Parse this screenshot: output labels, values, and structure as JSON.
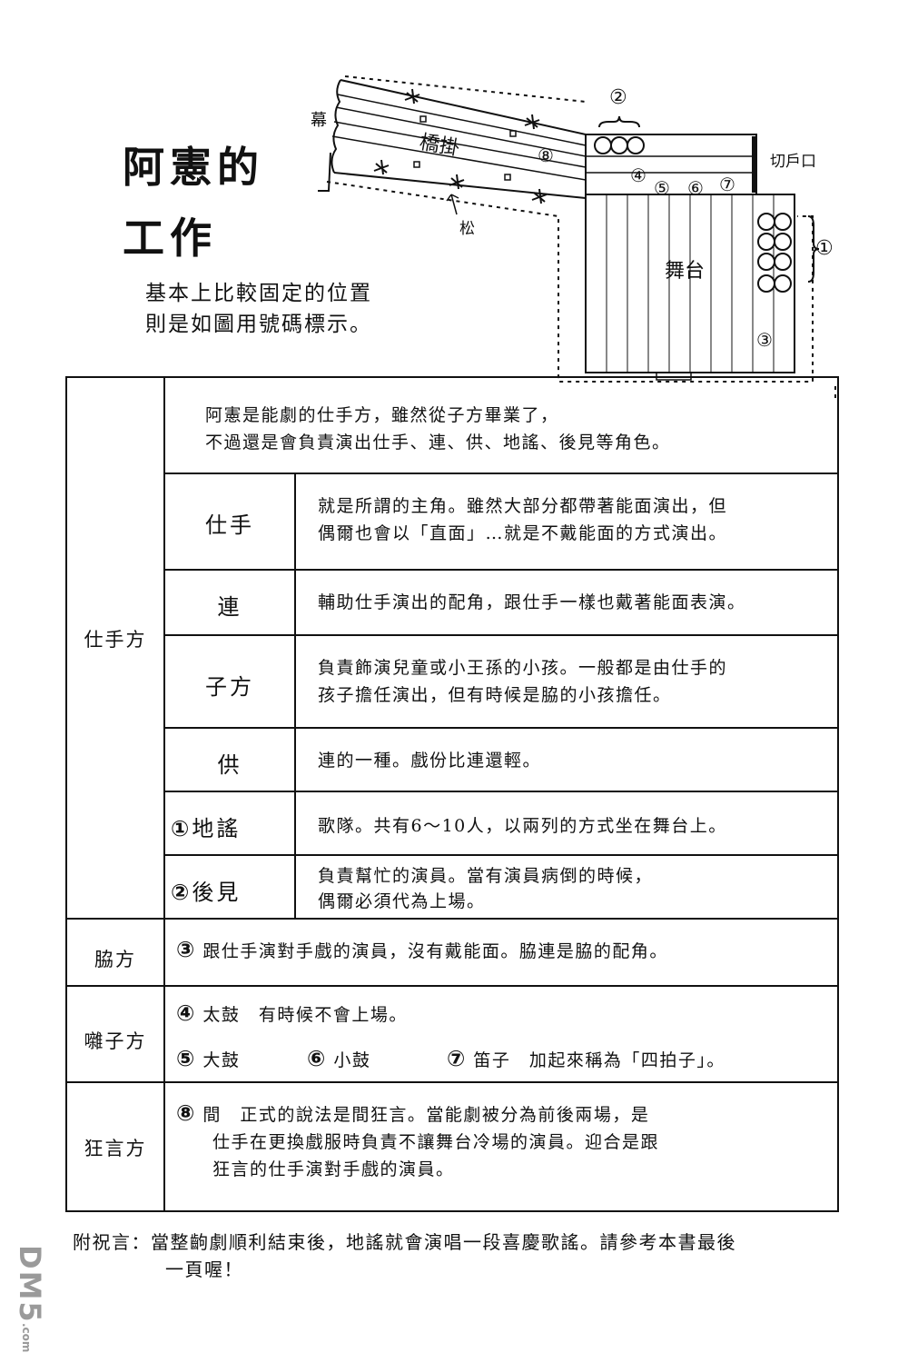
{
  "title": {
    "line1": "阿憲的",
    "line2": "工作"
  },
  "intro": {
    "line1": "基本上比較固定的位置",
    "line2": "則是如圖用號碼標示。"
  },
  "diagram": {
    "maku": "幕",
    "hashigakari": "橋掛",
    "matsu": "松",
    "kirido": "切戶口",
    "butai": "舞台",
    "marks": [
      "①",
      "②",
      "③",
      "④",
      "⑤",
      "⑥",
      "⑦",
      "⑧"
    ]
  },
  "table": {
    "shitekata_intro": {
      "line1": "阿憲是能劇的仕手方，雖然從子方畢業了，",
      "line2": "不過還是會負責演出仕手、連、供、地謠、後見等角色。"
    },
    "shitekata_label": "仕手方",
    "roles": [
      {
        "name": "仕手",
        "line1": "就是所謂的主角。雖然大部分都帶著能面演出，但",
        "line2": "偶爾也會以「直面」…就是不戴能面的方式演出。"
      },
      {
        "name": "連",
        "line1": "輔助仕手演出的配角，跟仕手一樣也戴著能面表演。",
        "line2": ""
      },
      {
        "name": "子方",
        "line1": "負責飾演兒童或小王孫的小孩。一般都是由仕手的",
        "line2": "孩子擔任演出，但有時候是脇的小孩擔任。"
      },
      {
        "name": "供",
        "line1": "連的一種。戲份比連還輕。",
        "line2": ""
      },
      {
        "num": "①",
        "name": "地謠",
        "line1": "歌隊。共有6～10人，以兩列的方式坐在舞台上。",
        "line2": ""
      },
      {
        "num": "②",
        "name": "後見",
        "line1": "負責幫忙的演員。當有演員病倒的時候，",
        "line2": "偶爾必須代為上場。"
      }
    ],
    "wakikata": {
      "label": "脇方",
      "num": "③",
      "text": "跟仕手演對手戲的演員，沒有戴能面。脇連是脇的配角。"
    },
    "hayashikata": {
      "label": "囃子方",
      "row1": {
        "num": "④",
        "text": "太鼓　有時候不會上場。"
      },
      "row2": [
        {
          "num": "⑤",
          "text": "大鼓"
        },
        {
          "num": "⑥",
          "text": "小鼓"
        },
        {
          "num": "⑦",
          "text": "笛子　加起來稱為「四拍子」。"
        }
      ]
    },
    "kyogenkata": {
      "label": "狂言方",
      "num": "⑧",
      "line1": "間　正式的說法是間狂言。當能劇被分為前後兩場，是",
      "line2": "仕手在更換戲服時負責不讓舞台冷場的演員。迎合是跟",
      "line3": "狂言的仕手演對手戲的演員。"
    }
  },
  "footnote": {
    "line1": "附祝言：當整齣劇順利結束後，地謠就會演唱一段喜慶歌謠。請參考本書最後",
    "line2": "一頁喔！"
  },
  "watermark": {
    "logo": "DM5",
    "sub": ".com"
  }
}
